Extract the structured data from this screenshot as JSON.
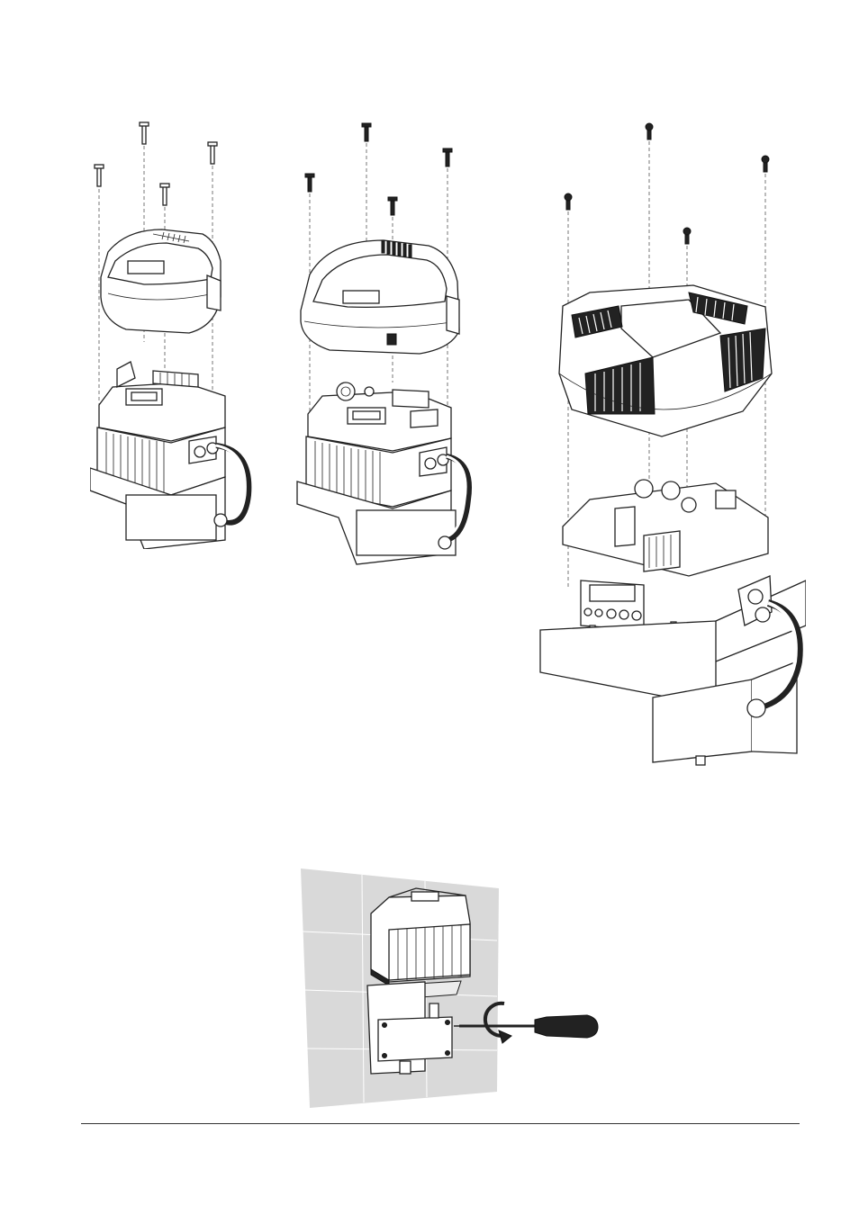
{
  "page": {
    "figures": [
      {
        "id": "drive-small-exploded",
        "icon": "drive-cover-removal-small"
      },
      {
        "id": "drive-medium-exploded",
        "icon": "drive-cover-removal-medium"
      },
      {
        "id": "drive-large-exploded",
        "icon": "drive-cover-removal-large"
      },
      {
        "id": "drive-wall-mount",
        "icon": "wall-mount-screwdriver"
      }
    ],
    "colors": {
      "ink": "#222222",
      "wall": "#d9d9d9",
      "grid": "#ffffff"
    }
  }
}
